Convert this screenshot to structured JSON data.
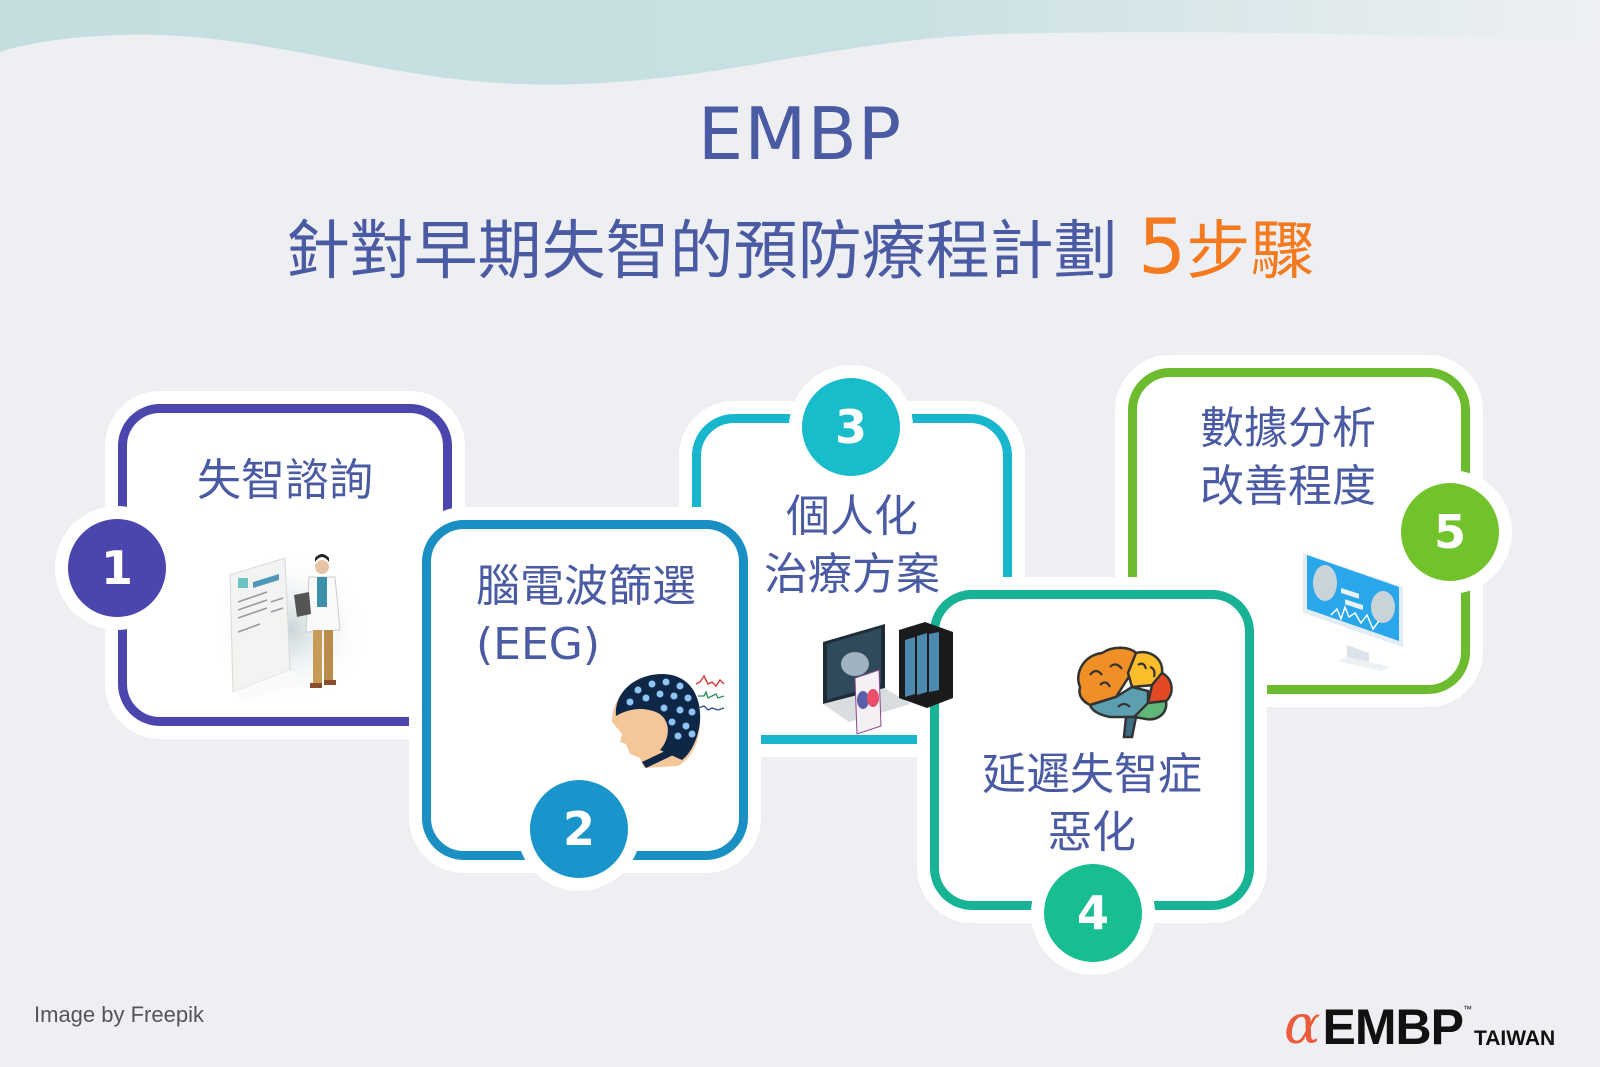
{
  "header": {
    "title": "EMBP",
    "subtitle_prefix": "針對早期失智的預防療程計劃",
    "subtitle_accent_number": "5",
    "subtitle_accent_text": "步驟"
  },
  "colors": {
    "title": "#4a5aa3",
    "accent": "#f47a20",
    "step1": "#4a46ad",
    "step2": "#1a8fc4",
    "step3": "#18b6cc",
    "step4": "#17b394",
    "step5": "#6dbb2e",
    "background": "#eeeff2",
    "wave": "#c5dfe0"
  },
  "steps": [
    {
      "number": "1",
      "line1": "失智諮詢",
      "line2": "",
      "illustration": "doctor-prescription-icon"
    },
    {
      "number": "2",
      "line1": "腦電波篩選",
      "line2": "(EEG)",
      "illustration": "eeg-cap-head-icon"
    },
    {
      "number": "3",
      "line1": "個人化",
      "line2": "治療方案",
      "illustration": "computer-server-brain-icon"
    },
    {
      "number": "4",
      "line1": "延遲失智症",
      "line2": "惡化",
      "illustration": "colorful-brain-icon"
    },
    {
      "number": "5",
      "line1": "數據分析",
      "line2": "改善程度",
      "illustration": "brain-monitor-analysis-icon"
    }
  ],
  "footer": {
    "credit": "Image by Freepik",
    "logo_alpha": "α",
    "logo_brand": "EMBP",
    "logo_tm": "™",
    "logo_region": "TAIWAN"
  }
}
